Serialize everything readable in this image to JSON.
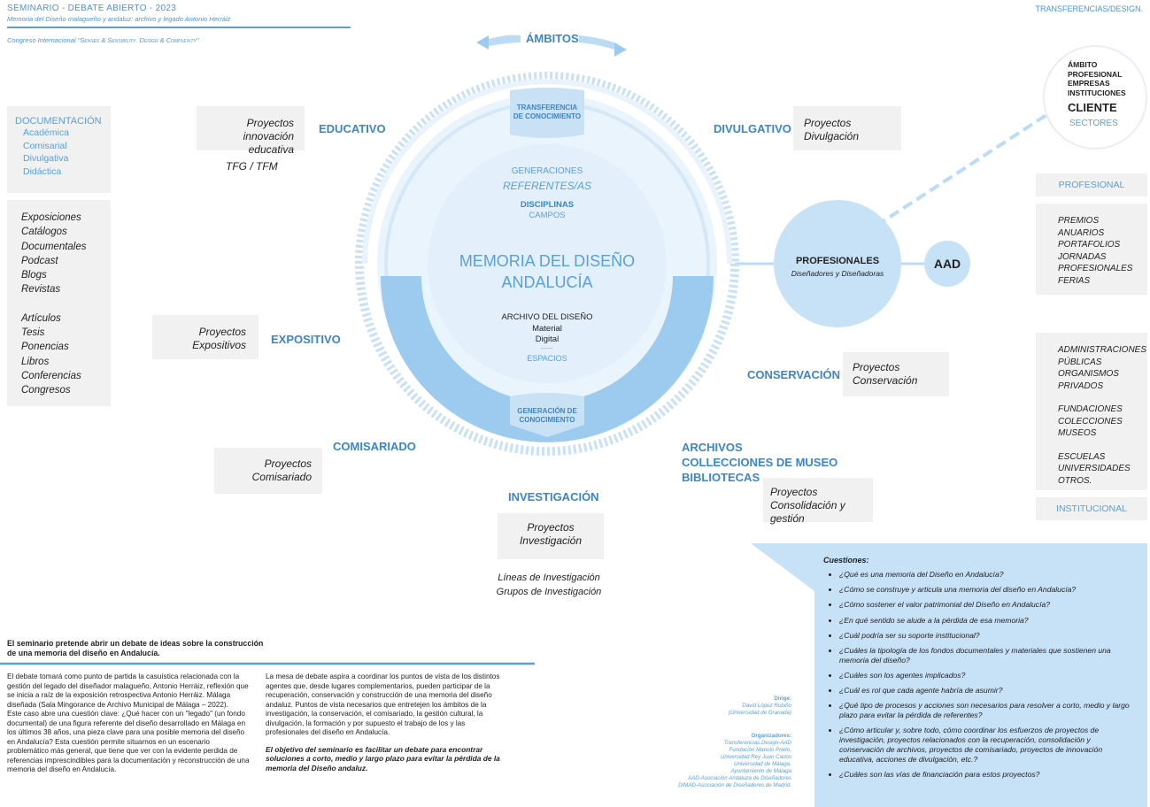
{
  "header": {
    "line1": "SEMINARIO - DEBATE ABIERTO - 2023",
    "line2": "Memoria del Diseño malagueño y andaluz: archivo y legado Antonio Herráiz",
    "line3_prefix": "Congreso Internacional ",
    "line3_title": "\"Senses & Sensibility. Design & Complexity\"",
    "top_right": "TRANSFERENCIAS/DESIGN."
  },
  "center": {
    "ambitos": "ÁMBITOS",
    "transferencia": [
      "TRANSFERENCIA",
      "DE CONOCIMIENTO"
    ],
    "generaciones": "GENERACIONES",
    "referentes": "REFERENTES/AS",
    "disciplinas": "DISCIPLINAS",
    "campos": "CAMPOS",
    "title": [
      "MEMORIA DEL DISEÑO",
      "ANDALUCÍA"
    ],
    "archivo": "ARCHIVO DEL DISEÑO",
    "material": "Material",
    "digital": "Digital",
    "dash": "------",
    "espacios": "ESPACIOS",
    "generacion": [
      "GENERACIÓN DE",
      "CONOCIMIENTO"
    ]
  },
  "ambits": {
    "educativo": "EDUCATIVO",
    "divulgativo": "DIVULGATIVO",
    "expositivo": "EXPOSITIVO",
    "conservacion": "CONSERVACIÓN",
    "comisariado": "COMISARIADO",
    "archivos": [
      "ARCHIVOS",
      "COLLECCIONES DE MUSEO",
      "BIBLIOTECAS"
    ],
    "investigacion": "INVESTIGACIÓN"
  },
  "projects": {
    "educativo": [
      "Proyectos",
      "innovación educativa"
    ],
    "tfg": "TFG / TFM",
    "divulgacion": [
      "Proyectos",
      "Divulgación"
    ],
    "expositivos": [
      "Proyectos",
      "Expositivos"
    ],
    "conservacion": [
      "Proyectos",
      "Conservación"
    ],
    "comisariado": [
      "Proyectos",
      "Comisariado"
    ],
    "consolidacion": [
      "Proyectos",
      "Consolidación y gestión"
    ],
    "investigacion": [
      "Proyectos",
      "Investigación"
    ],
    "lineas": [
      "Líneas de Investigación",
      "Grupos de Investigación"
    ]
  },
  "left": {
    "doc_title": "DOCUMENTACIÓN",
    "doc_items": [
      "Académica",
      "Comisarial",
      "Divulgativa",
      "Didáctica"
    ],
    "list1": [
      "Exposiciones",
      "Catálogos",
      "Documentales",
      "Podcast",
      "Blogs",
      "Revistas"
    ],
    "list2": [
      "Artículos",
      "Tesis",
      "Ponencias",
      "Libros",
      "Conferencias",
      "Congresos"
    ]
  },
  "right": {
    "circle": [
      "ÁMBITO",
      "PROFESIONAL",
      "EMPRESAS",
      "INSTITUCIONES"
    ],
    "cliente": "CLIENTE",
    "sectores": "SECTORES",
    "profesional": "PROFESIONAL",
    "prof_list": [
      "PREMIOS",
      "ANUARIOS",
      "PORTAFOLIOS",
      "JORNADAS",
      "PROFESIONALES",
      "FERIAS"
    ],
    "profesionales": "PROFESIONALES",
    "disenadores": "Diseñadores y Diseñadoras",
    "aad": "AAD",
    "inst_list1": [
      "ADMINISTRACIONES",
      "PÚBLICAS",
      "ORGANISMOS",
      "PRIVADOS"
    ],
    "inst_list2": [
      "FUNDACIONES",
      "COLECCIONES",
      "MUSEOS"
    ],
    "inst_list3": [
      "ESCUELAS",
      "UNIVERSIDADES",
      "OTROS."
    ],
    "institucional": "INSTITUCIONAL"
  },
  "bottom": {
    "intro": "El seminario pretende abrir un debate de ideas sobre la construcción de una memoria del diseño en Andalucía.",
    "col1_a": "El debate tomará como punto de partida la casuística relacionada con la gestión del legado del diseñador malagueño, Antonio Herráiz, reflexión que se inicia a raíz de la exposición retrospectiva Antonio Herráiz. Málaga diseñada (Sala Mingorance de Archivo Municipal de Málaga – 2022).",
    "col1_b": "Este caso abre una cuestión clave: ¿Qué hacer con un \"legado\" (un fondo documental) de una figura referente del diseño desarrollado en Málaga en los últimos 38 años, una pieza clave para una posible memoria del diseño en Andalucía? Esta cuestión permite situarnos en un escenario problemático más general, que tiene que ver con la evidente perdida de referencias imprescindibles para la documentación y reconstrucción de una memoria del diseño en Andalucía.",
    "col2_a": "La mesa de debate aspira a coordinar los puntos de vista de los distintos agentes que, desde lugares complementarios, pueden participar de la recuperación, conservación y construcción de una memoria del diseño andaluz. Puntos de vista necesarios que entretejen los ámbitos de la investigación, la conservación, el comisariado, la gestión cultural, la divulgación, la formación y por supuesto el trabajo de los y las profesionales del diseño en Andalucía.",
    "col2_b": "El objetivo del seminario es facilitar un debate para encontrar soluciones a corto, medio y largo plazo para evitar la pérdida de la memoria del Diseño andaluz.",
    "dirige_title": "Dirige:",
    "dirige": [
      "David López Rubiño",
      "(Universidad de Granada)"
    ],
    "org_title": "Organizadores:",
    "org": [
      "Transferencias.Design-AAD",
      "Fundación Manolo Prieto,",
      "Universidad Rey Juan Carlos",
      "Universidad de Málaga,",
      "Ayuntamiento de Málaga",
      "AAD-Asociación Andaluza de Diseñadores",
      "DIMAD-Asociación de Diseñadores de Madrid."
    ],
    "q_title": "Cuestiones:",
    "questions": [
      "¿Qué es una memoria del Diseño en Andalucía?",
      "¿Cómo se construye y articula una memoria del diseño en Andalucía?",
      "¿Cómo sostener el valor patrimonial del Diseño en Andalucía?",
      "¿En qué sentido se alude a la pérdida de esa memoria?",
      "¿Cuál podría ser su soporte institucional?",
      "¿Cuáles la tipología de los fondos documentales y materiales que sostienen una memoria del diseño?",
      "¿Cuáles son los agentes implicados?",
      "¿Cuál es rol que cada agente habría de asumir?",
      "¿Qué tipo de procesos y acciones son necesarios para resolver a corto, medio y largo plazo para evitar la pérdida de referentes?",
      "¿Cómo articular y, sobre todo, cómo coordinar los esfuerzos de proyectos de investigación, proyectos relacionados con la recuperación, consolidación y conservación de archivos, proyectos de comisariado, proyectos de innovación educativa, acciones de divulgación, etc.?",
      "¿Cuáles son las vías de financiación para estos proyectos?"
    ]
  }
}
